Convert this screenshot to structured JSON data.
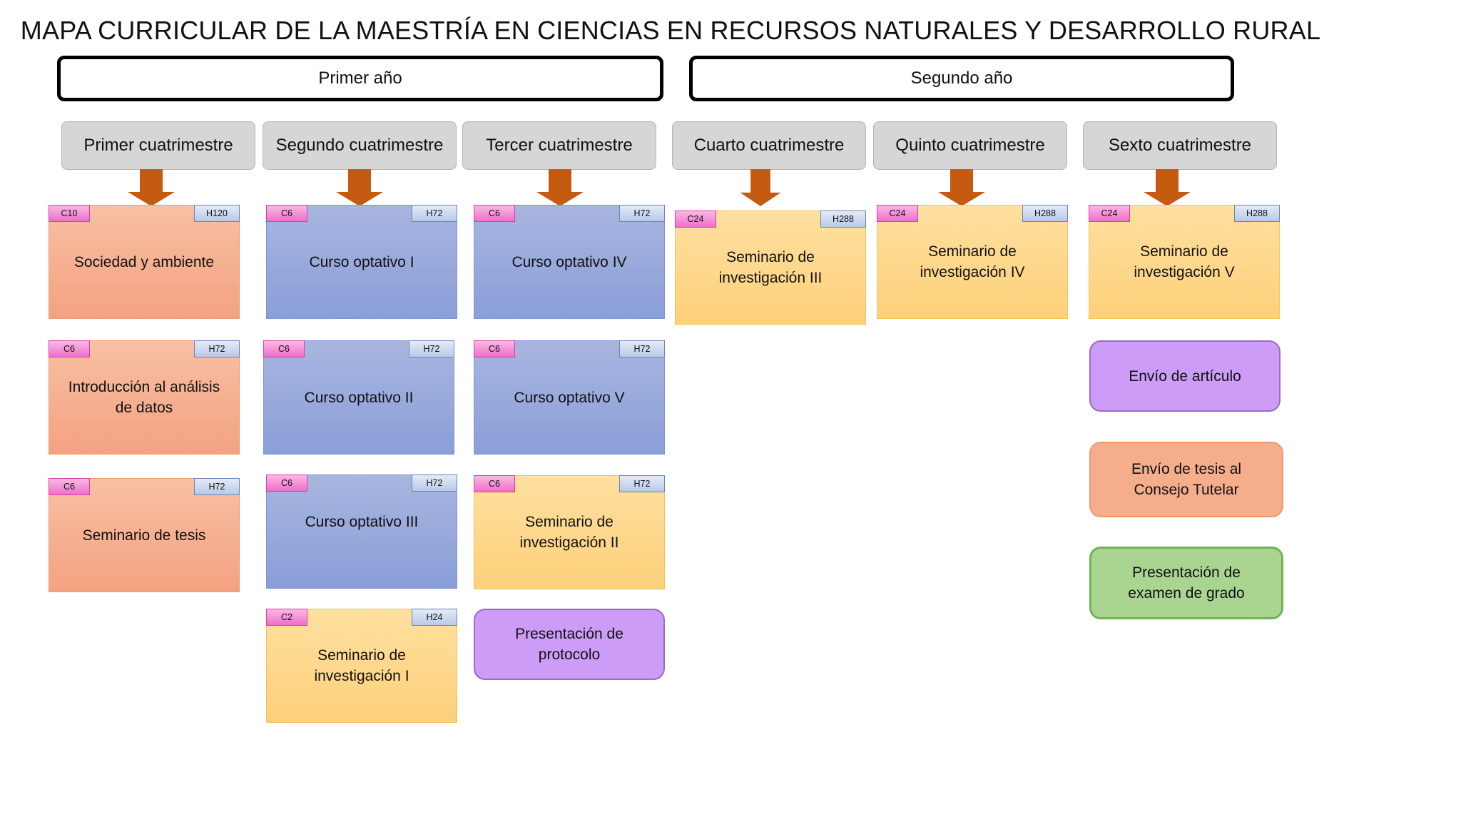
{
  "title": "MAPA CURRICULAR DE LA MAESTRÍA EN CIENCIAS EN RECURSOS NATURALES Y DESARROLLO RURAL",
  "years": [
    "Primer año",
    "Segundo año"
  ],
  "semesters": [
    "Primer cuatrimestre",
    "Segundo cuatrimestre",
    "Tercer cuatrimestre",
    "Cuarto cuatrimestre",
    "Quinto cuatrimestre",
    "Sexto cuatrimestre"
  ],
  "courses": [
    {
      "label": "Sociedad y ambiente",
      "credits": "C10",
      "hours": "H120"
    },
    {
      "label": "Introducción al análisis de datos",
      "credits": "C6",
      "hours": "H72"
    },
    {
      "label": "Seminario de tesis",
      "credits": "C6",
      "hours": "H72"
    },
    {
      "label": "Curso optativo I",
      "credits": "C6",
      "hours": "H72"
    },
    {
      "label": "Curso optativo II",
      "credits": "C6",
      "hours": "H72"
    },
    {
      "label": "Curso optativo III",
      "credits": "C6",
      "hours": "H72"
    },
    {
      "label": "Seminario de investigación I",
      "credits": "C2",
      "hours": "H24"
    },
    {
      "label": "Curso optativo IV",
      "credits": "C6",
      "hours": "H72"
    },
    {
      "label": "Curso optativo V",
      "credits": "C6",
      "hours": "H72"
    },
    {
      "label": "Seminario de investigación II",
      "credits": "C6",
      "hours": "H72"
    },
    {
      "label": "Seminario de investigación III",
      "credits": "C24",
      "hours": "H288"
    },
    {
      "label": "Seminario de investigación IV",
      "credits": "C24",
      "hours": "H288"
    },
    {
      "label": "Seminario de investigación V",
      "credits": "C24",
      "hours": "H288"
    }
  ],
  "milestones": [
    {
      "label": "Presentación de protocolo"
    },
    {
      "label": "Envío de artículo"
    },
    {
      "label": "Envío de tesis al Consejo Tutelar"
    },
    {
      "label": "Presentación de examen de grado"
    }
  ],
  "colors": {
    "arrow": "#c55a11",
    "optional_course": "#8ea0d8",
    "core_course": "#f4a582",
    "research_seminar": "#fdd27e",
    "milestone_purple": "#cc9cf7",
    "milestone_green": "#a9d591"
  }
}
